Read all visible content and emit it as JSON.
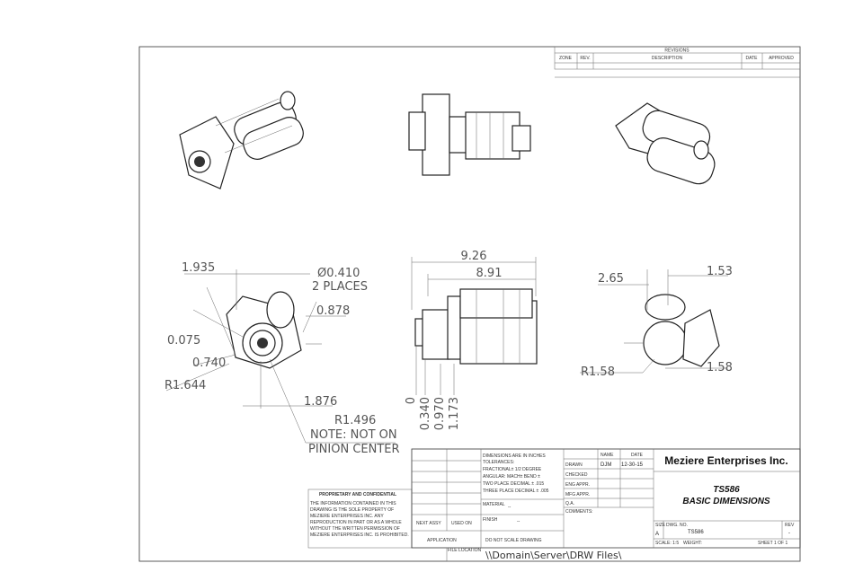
{
  "revision_block": {
    "title": "REVISIONS",
    "headers": [
      "ZONE",
      "REV.",
      "DESCRIPTION",
      "DATE",
      "APPROVED"
    ]
  },
  "dimensions": {
    "left_view": [
      "1.935",
      "Ø0.410",
      "2 PLACES",
      "0.878",
      "0.075",
      "0.740",
      "R1.644",
      "1.876",
      "R1.496",
      "NOTE: NOT ON",
      "PINION CENTER"
    ],
    "middle_view": [
      "9.26",
      "8.91",
      "0",
      "0.340",
      "0.970",
      "1.173"
    ],
    "right_view": [
      "2.65",
      "1.53",
      "R1.58",
      "1.58"
    ]
  },
  "title_block": {
    "company": "Meziere Enterprises Inc.",
    "title_line1": "TS586",
    "title_line2": "BASIC DIMENSIONS",
    "tolerance_lines": [
      "DIMENSIONS ARE IN INCHES",
      "TOLERANCES:",
      "FRACTIONAL± 1/2 DEGREE",
      "ANGULAR: MACH±   BEND ±",
      "TWO PLACE DECIMAL   ± .015",
      "THREE PLACE DECIMAL   ± .005"
    ],
    "name_label": "NAME",
    "date_label": "DATE",
    "drawn_label": "DRAWN",
    "drawn_name": "DJM",
    "drawn_date": "12-30-15",
    "checked_label": "CHECKED",
    "eng_appr_label": "ENG APPR.",
    "mfg_appr_label": "MFG APPR.",
    "qa_label": "Q.A.",
    "comments_label": "COMMENTS:",
    "material_label": "MATERIAL",
    "material_value": "--",
    "finish_label": "FINISH",
    "finish_value": "--",
    "next_assy_label": "NEXT ASSY",
    "used_on_label": "USED ON",
    "application_label": "APPLICATION",
    "do_not_scale": "DO NOT SCALE DRAWING",
    "size_label": "SIZE",
    "size_value": "A",
    "dwg_no_label": "DWG. NO.",
    "dwg_no_value": "TS586",
    "rev_label": "REV",
    "rev_value": "-",
    "scale_label": "SCALE: 1:5",
    "weight_label": "WEIGHT:",
    "sheet_label": "SHEET 1 OF 1",
    "file_location_label": "FILE LOCATION",
    "file_location_value": "\\\\Domain\\Server\\DRW Files\\"
  },
  "proprietary": {
    "title": "PROPRIETARY AND CONFIDENTIAL",
    "lines": [
      "THE INFORMATION CONTAINED IN THIS",
      "DRAWING IS THE SOLE PROPERTY OF",
      "MEZIERE ENTERPRISES INC. ANY",
      "REPRODUCTION IN PART OR AS A WHOLE",
      "WITHOUT THE WRITTEN PERMISSION OF",
      "MEZIERE ENTERPRISES INC. IS PROHIBITED."
    ]
  }
}
